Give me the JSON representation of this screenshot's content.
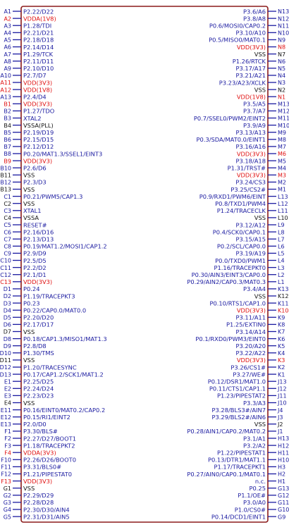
{
  "colors": {
    "body": "#8b1a1a",
    "pin": "#1a1aa0",
    "normal": "#1a1aa0",
    "power": "#e01010",
    "ground": "#111111"
  },
  "left_pins": [
    {
      "num": "A1",
      "label": "P2.22/D22",
      "kind": "normal"
    },
    {
      "num": "A2",
      "label": "VDDA(1V8)",
      "kind": "power"
    },
    {
      "num": "A3",
      "label": "P1.28/TDI",
      "kind": "normal"
    },
    {
      "num": "A4",
      "label": "P2.21/D21",
      "kind": "normal"
    },
    {
      "num": "A5",
      "label": "P2.18/D18",
      "kind": "normal"
    },
    {
      "num": "A6",
      "label": "P2.14/D14",
      "kind": "normal"
    },
    {
      "num": "A7",
      "label": "P1.29/TCK",
      "kind": "normal"
    },
    {
      "num": "A8",
      "label": "P2.11/D11",
      "kind": "normal"
    },
    {
      "num": "A9",
      "label": "P2.10/D10",
      "kind": "normal"
    },
    {
      "num": "A10",
      "label": "P2.7/D7",
      "kind": "normal"
    },
    {
      "num": "A11",
      "label": "VDD(3V3)",
      "kind": "power"
    },
    {
      "num": "A12",
      "label": "VDD(1V8)",
      "kind": "power"
    },
    {
      "num": "A13",
      "label": "P2.4/D4",
      "kind": "normal"
    },
    {
      "num": "B1",
      "label": "VDD(3V3)",
      "kind": "power"
    },
    {
      "num": "B2",
      "label": "P1.27/TDO",
      "kind": "normal"
    },
    {
      "num": "B3",
      "label": "XTAL2",
      "kind": "normal"
    },
    {
      "num": "B4",
      "label": "VSSA(PLL)",
      "kind": "ground"
    },
    {
      "num": "B5",
      "label": "P2.19/D19",
      "kind": "normal"
    },
    {
      "num": "B6",
      "label": "P2.15/D15",
      "kind": "normal"
    },
    {
      "num": "B7",
      "label": "P2.12/D12",
      "kind": "normal"
    },
    {
      "num": "B8",
      "label": "P0.20/MAT1.3/SSEL1/EINT3",
      "kind": "normal"
    },
    {
      "num": "B9",
      "label": "VDD(3V3)",
      "kind": "power"
    },
    {
      "num": "B10",
      "label": "P2.6/D6",
      "kind": "normal"
    },
    {
      "num": "B11",
      "label": "VSS",
      "kind": "ground"
    },
    {
      "num": "B12",
      "label": "P2.3/D3",
      "kind": "normal"
    },
    {
      "num": "B13",
      "label": "VSS",
      "kind": "ground"
    },
    {
      "num": "C1",
      "label": "P0.21/PWM5/CAP1.3",
      "kind": "normal"
    },
    {
      "num": "C2",
      "label": "VSS",
      "kind": "ground"
    },
    {
      "num": "C3",
      "label": "XTAL1",
      "kind": "normal"
    },
    {
      "num": "C4",
      "label": "VSSA",
      "kind": "ground"
    },
    {
      "num": "C5",
      "label": "RESET#",
      "kind": "normal"
    },
    {
      "num": "C6",
      "label": "P2.16/D16",
      "kind": "normal"
    },
    {
      "num": "C7",
      "label": "P2.13/D13",
      "kind": "normal"
    },
    {
      "num": "C8",
      "label": "P0.19/MAT1.2/MOSI1/CAP1.2",
      "kind": "normal"
    },
    {
      "num": "C9",
      "label": "P2.9/D9",
      "kind": "normal"
    },
    {
      "num": "C10",
      "label": "P2.5/D5",
      "kind": "normal"
    },
    {
      "num": "C11",
      "label": "P2.2/D2",
      "kind": "normal"
    },
    {
      "num": "C12",
      "label": "P2.1/D1",
      "kind": "normal"
    },
    {
      "num": "C13",
      "label": "VDD(3V3)",
      "kind": "power"
    },
    {
      "num": "D1",
      "label": "P0.24",
      "kind": "normal"
    },
    {
      "num": "D2",
      "label": "P1.19/TRACEPKT3",
      "kind": "normal"
    },
    {
      "num": "D3",
      "label": "P0.23",
      "kind": "normal"
    },
    {
      "num": "D4",
      "label": "P0.22/CAP0.0/MAT0.0",
      "kind": "normal"
    },
    {
      "num": "D5",
      "label": "P2.20/D20",
      "kind": "normal"
    },
    {
      "num": "D6",
      "label": "P2.17/D17",
      "kind": "normal"
    },
    {
      "num": "D7",
      "label": "VSS",
      "kind": "ground"
    },
    {
      "num": "D8",
      "label": "P0.18/CAP1.3/MISO1/MAT1.3",
      "kind": "normal"
    },
    {
      "num": "D9",
      "label": "P2.8/D8",
      "kind": "normal"
    },
    {
      "num": "D10",
      "label": "P1.30/TMS",
      "kind": "normal"
    },
    {
      "num": "D11",
      "label": "VSS",
      "kind": "ground"
    },
    {
      "num": "D12",
      "label": "P1.20/TRACESYNC",
      "kind": "normal"
    },
    {
      "num": "D13",
      "label": "P0.17/CAP1.2/SCK1/MAT1.2",
      "kind": "normal"
    },
    {
      "num": "E1",
      "label": "P2.25/D25",
      "kind": "normal"
    },
    {
      "num": "E2",
      "label": "P2.24/D24",
      "kind": "normal"
    },
    {
      "num": "E3",
      "label": "P2.23/D23",
      "kind": "normal"
    },
    {
      "num": "E4",
      "label": "VSS",
      "kind": "ground"
    },
    {
      "num": "E11",
      "label": "P0.16/EINT0/MAT0.2/CAP0.2",
      "kind": "normal"
    },
    {
      "num": "E12",
      "label": "P0.15/RI1/EINT2",
      "kind": "normal"
    },
    {
      "num": "E13",
      "label": "P2.0/D0",
      "kind": "normal"
    },
    {
      "num": "F1",
      "label": "P3.30/BLS#",
      "kind": "normal"
    },
    {
      "num": "F2",
      "label": "P2.27/D27/BOOT1",
      "kind": "normal"
    },
    {
      "num": "F3",
      "label": "P1.18/TRACEPKT2",
      "kind": "normal"
    },
    {
      "num": "F4",
      "label": "VDDA(3V3)",
      "kind": "power"
    },
    {
      "num": "F10",
      "label": "P2.26/D26/BOOT0",
      "kind": "normal"
    },
    {
      "num": "F11",
      "label": "P3.31/BLS0#",
      "kind": "normal"
    },
    {
      "num": "F12",
      "label": "P1.21/PIPESTAT0",
      "kind": "normal"
    },
    {
      "num": "F13",
      "label": "VDD(3V3)",
      "kind": "power"
    },
    {
      "num": "G1",
      "label": "VSS",
      "kind": "ground"
    },
    {
      "num": "G2",
      "label": "P2.29/D29",
      "kind": "normal"
    },
    {
      "num": "G3",
      "label": "P2.28/D28",
      "kind": "normal"
    },
    {
      "num": "G4",
      "label": "P2.30/D30/AIN4",
      "kind": "normal"
    },
    {
      "num": "G5",
      "label": "P2.31/D31/AIN5",
      "kind": "normal"
    }
  ],
  "right_pins": [
    {
      "num": "N13",
      "label": "P3.6/A6",
      "kind": "normal"
    },
    {
      "num": "N12",
      "label": "P3.8/A8",
      "kind": "normal"
    },
    {
      "num": "N11",
      "label": "P0.6/MOSI0/CAP0.2",
      "kind": "normal"
    },
    {
      "num": "N10",
      "label": "P3.10/A10",
      "kind": "normal"
    },
    {
      "num": "N9",
      "label": "P0.5/MISO0/MAT0.1",
      "kind": "normal"
    },
    {
      "num": "N8",
      "label": "VDD(3V3)",
      "kind": "power"
    },
    {
      "num": "N7",
      "label": "VSS",
      "kind": "ground"
    },
    {
      "num": "N6",
      "label": "P1.26/RTCK",
      "kind": "normal"
    },
    {
      "num": "N5",
      "label": "P3.17/A17",
      "kind": "normal"
    },
    {
      "num": "N4",
      "label": "P3.21/A21",
      "kind": "normal"
    },
    {
      "num": "N3",
      "label": "P3.23/A23/XCLK",
      "kind": "normal"
    },
    {
      "num": "N2",
      "label": "VSS",
      "kind": "ground"
    },
    {
      "num": "N1",
      "label": "VDD(1V8)",
      "kind": "power"
    },
    {
      "num": "M13",
      "label": "P3.5/A5",
      "kind": "normal"
    },
    {
      "num": "M12",
      "label": "P3.7/A7",
      "kind": "normal"
    },
    {
      "num": "M11",
      "label": "P0.7/SSEL0/PWM2/EINT2",
      "kind": "normal"
    },
    {
      "num": "M10",
      "label": "P3.9/A9",
      "kind": "normal"
    },
    {
      "num": "M9",
      "label": "P3.13/A13",
      "kind": "normal"
    },
    {
      "num": "M8",
      "label": "P0.3/SDA/MAT0.0/EINT1",
      "kind": "normal"
    },
    {
      "num": "M7",
      "label": "P3.16/A16",
      "kind": "normal"
    },
    {
      "num": "M6",
      "label": "VDD(3V3)",
      "kind": "power"
    },
    {
      "num": "M5",
      "label": "P3.18/A18",
      "kind": "normal"
    },
    {
      "num": "M4",
      "label": "P1.31/TRST#",
      "kind": "normal"
    },
    {
      "num": "M3",
      "label": "VDD(3V3)",
      "kind": "power"
    },
    {
      "num": "M2",
      "label": "P3.24/CS3",
      "kind": "normal"
    },
    {
      "num": "M1",
      "label": "P3.25/CS2#",
      "kind": "normal"
    },
    {
      "num": "L13",
      "label": "P0.9/RXD1/PWM6/EINT",
      "kind": "normal"
    },
    {
      "num": "L12",
      "label": "P0.8/TXD1/PWM4",
      "kind": "normal"
    },
    {
      "num": "L11",
      "label": "P1.24/TRACECLK",
      "kind": "normal"
    },
    {
      "num": "L10",
      "label": "VSS",
      "kind": "ground"
    },
    {
      "num": "L9",
      "label": "P3.12/A12",
      "kind": "normal"
    },
    {
      "num": "L8",
      "label": "P0.4/SCK0/CAP0.1",
      "kind": "normal"
    },
    {
      "num": "L7",
      "label": "P3.15/A15",
      "kind": "normal"
    },
    {
      "num": "L6",
      "label": "P0.2/SCL/CAP0.0",
      "kind": "normal"
    },
    {
      "num": "L5",
      "label": "P3.19/A19",
      "kind": "normal"
    },
    {
      "num": "L4",
      "label": "P0.0/TXD0/PWM1",
      "kind": "normal"
    },
    {
      "num": "L3",
      "label": "P1.16/TRACEPKT0",
      "kind": "normal"
    },
    {
      "num": "L2",
      "label": "P0.30/AIN3/EINT3/CAP0.0",
      "kind": "normal"
    },
    {
      "num": "L1",
      "label": "P0.29/AIN2/CAP0.3/MAT0.3",
      "kind": "normal"
    },
    {
      "num": "K13",
      "label": "P3.4/A4",
      "kind": "normal"
    },
    {
      "num": "K12",
      "label": "VSS",
      "kind": "ground"
    },
    {
      "num": "K11",
      "label": "P0.10/RTS1/CAP1.0",
      "kind": "normal"
    },
    {
      "num": "K10",
      "label": "VDD(3V3)",
      "kind": "power"
    },
    {
      "num": "K9",
      "label": "P3.11/A11",
      "kind": "normal"
    },
    {
      "num": "K8",
      "label": "P1.25/EXTIN0",
      "kind": "normal"
    },
    {
      "num": "K7",
      "label": "P3.14/A14",
      "kind": "normal"
    },
    {
      "num": "K6",
      "label": "P0.1/RXD0/PWM3/EINT0",
      "kind": "normal"
    },
    {
      "num": "K5",
      "label": "P3.20/A20",
      "kind": "normal"
    },
    {
      "num": "K4",
      "label": "P3.22/A22",
      "kind": "normal"
    },
    {
      "num": "K3",
      "label": "VDD(3V3)",
      "kind": "power"
    },
    {
      "num": "K2",
      "label": "P3.26/CS1#",
      "kind": "normal"
    },
    {
      "num": "K1",
      "label": "P3.27/WE#",
      "kind": "normal"
    },
    {
      "num": "J13",
      "label": "P0.12/DSR1/MAT1.0",
      "kind": "normal"
    },
    {
      "num": "J12",
      "label": "P0.11/CTS1/CAP1.1",
      "kind": "normal"
    },
    {
      "num": "J11",
      "label": "P1.23/PIPESTAT2",
      "kind": "normal"
    },
    {
      "num": "J10",
      "label": "P3.3/A3",
      "kind": "normal"
    },
    {
      "num": "J4",
      "label": "P3.28/BLS3#/AIN7",
      "kind": "normal"
    },
    {
      "num": "J3",
      "label": "P3.29/BLS2#/AIN6",
      "kind": "normal"
    },
    {
      "num": "J2",
      "label": "VSS",
      "kind": "ground"
    },
    {
      "num": "J1",
      "label": "P0.28/AIN1/CAP0.2/MAT0.2",
      "kind": "normal"
    },
    {
      "num": "H13",
      "label": "P3.1/A1",
      "kind": "normal"
    },
    {
      "num": "H12",
      "label": "P3.2/A2",
      "kind": "normal"
    },
    {
      "num": "H11",
      "label": "P1.22/PIPESTAT1",
      "kind": "normal"
    },
    {
      "num": "H10",
      "label": "P0.13/DTR1/MAT1.1",
      "kind": "normal"
    },
    {
      "num": "H3",
      "label": "P1.17/TRACEPKT1",
      "kind": "normal"
    },
    {
      "num": "H2",
      "label": "P0.27/AIN0/CAP0.1/MAT0.1",
      "kind": "normal"
    },
    {
      "num": "H1",
      "label": "n.c.",
      "kind": "normal"
    },
    {
      "num": "G13",
      "label": "P0.25",
      "kind": "normal"
    },
    {
      "num": "G12",
      "label": "P1.1/OE#",
      "kind": "normal"
    },
    {
      "num": "G11",
      "label": "P3.0/A0",
      "kind": "normal"
    },
    {
      "num": "G10",
      "label": "P1.0/CS0#",
      "kind": "normal"
    },
    {
      "num": "G9",
      "label": "P0.14/DCD1/EINT1",
      "kind": "normal"
    }
  ]
}
